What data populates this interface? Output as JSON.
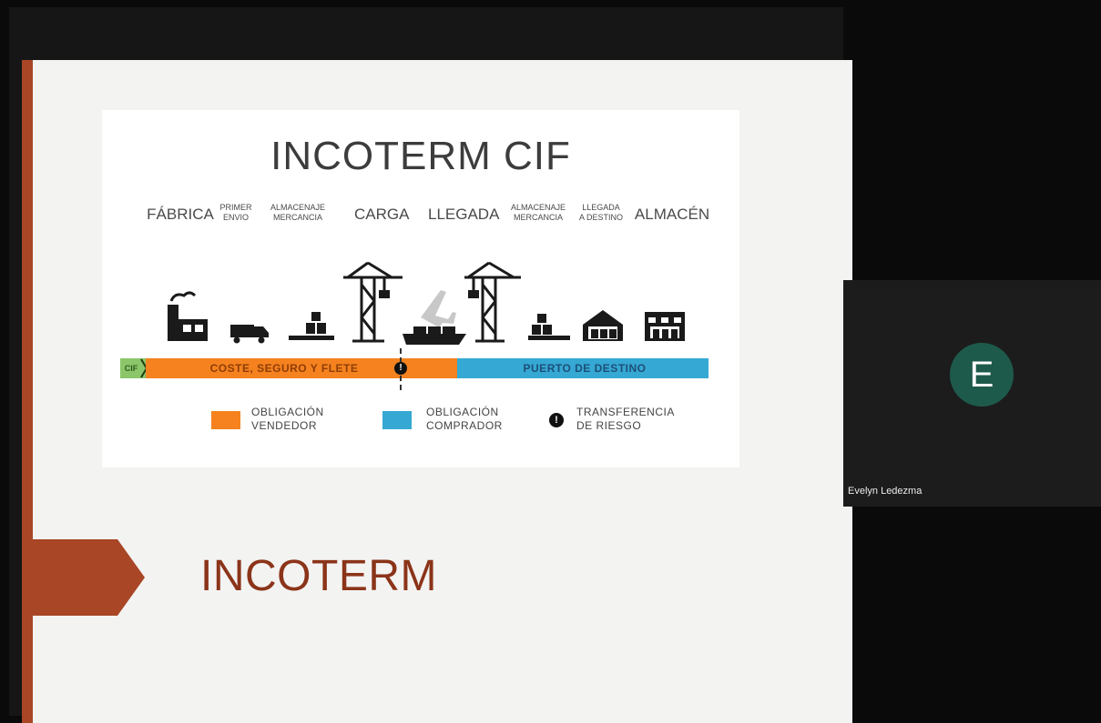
{
  "slide": {
    "infographic": {
      "title": "INCOTERM CIF",
      "stages": [
        {
          "label": "FÁBRICA",
          "icon": "factory-icon"
        },
        {
          "label": "PRIMER\nENVIO",
          "icon": "truck-icon"
        },
        {
          "label": "ALMACENAJE\nMERCANCIA",
          "icon": "warehouse-pallet-icon"
        },
        {
          "label": "CARGA",
          "icon": "crane-icon"
        },
        {
          "label": "LLEGADA",
          "icon": "ship-icon"
        },
        {
          "label": "ALMACENAJE\nMERCANCIA",
          "icon": "warehouse-pallet-icon"
        },
        {
          "label": "LLEGADA\nA DESTINO",
          "icon": "warehouse-icon"
        },
        {
          "label": "ALMACÉN",
          "icon": "store-icon"
        }
      ],
      "bar": {
        "chip": "CIF",
        "seller_segment": "COSTE, SEGURO Y FLETE",
        "buyer_segment": "PUERTO DE DESTINO",
        "transfer_mark": "!"
      },
      "legend": [
        {
          "text": "OBLIGACIÓN\nVENDEDOR",
          "color": "#f5821f"
        },
        {
          "text": "OBLIGACIÓN\nCOMPRADOR",
          "color": "#35a8d3"
        },
        {
          "text": "TRANSFERENCIA\nDE RIESGO",
          "symbol": "!"
        }
      ]
    },
    "title": "INCOTERM",
    "accent_color": "#a84626"
  },
  "participant": {
    "initial": "E",
    "name": "Evelyn Ledezma",
    "avatar_color": "#1e5a4b"
  }
}
